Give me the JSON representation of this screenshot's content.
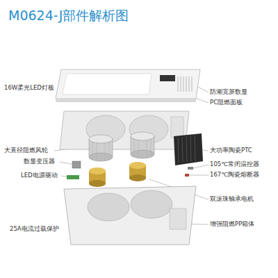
{
  "diagram": {
    "title": "M0624-J部件解析图",
    "labels": [
      "16W柔光LED灯板",
      "防潮宽屏数显",
      "PC阻燃面板",
      "大直径阻燃风轮",
      "数显变压器",
      "LED电源驱动",
      "25A电流过载保护",
      "大功率陶瓷PTC",
      "105℃常闭温控器",
      "167℃陶瓷熔断器",
      "双滚珠轴承电机",
      "增强阻燃PP箱体"
    ]
  }
}
